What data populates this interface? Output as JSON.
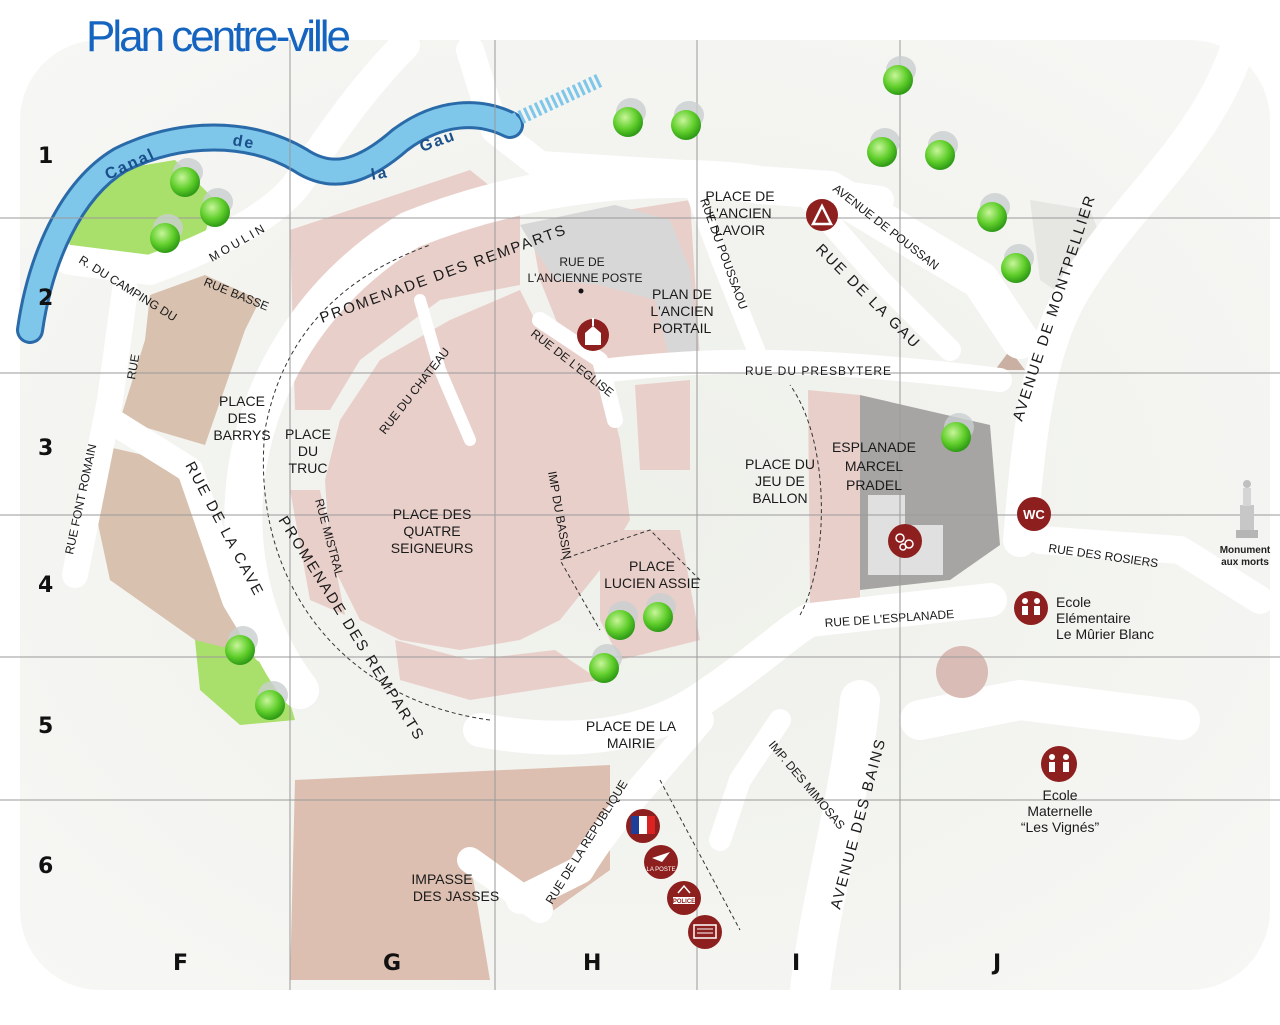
{
  "title": "Plan centre-ville",
  "grid": {
    "rows": [
      "1",
      "2",
      "3",
      "4",
      "5",
      "6"
    ],
    "columns": [
      "F",
      "G",
      "H",
      "I",
      "J"
    ]
  },
  "water": {
    "canal_words": [
      "Canal",
      "de",
      "la",
      "Gau"
    ]
  },
  "places": {
    "barrys": [
      "PLACE",
      "DES",
      "BARRYS"
    ],
    "truc": [
      "PLACE",
      "DU",
      "TRUC"
    ],
    "quatre": [
      "PLACE DES",
      "QUATRE",
      "SEIGNEURS"
    ],
    "lucien": [
      "PLACE",
      "LUCIEN ASSIE"
    ],
    "ballon": [
      "PLACE DU",
      "JEU DE",
      "BALLON"
    ],
    "esplanade": [
      "ESPLANADE",
      "MARCEL",
      "PRADEL"
    ],
    "lavoir": [
      "PLACE DE",
      "L'ANCIEN",
      "LAVOIR"
    ],
    "portail": [
      "PLAN DE",
      "L'ANCIEN",
      "PORTAIL"
    ],
    "ancienne_poste": [
      "RUE DE",
      "L'ANCIENNE POSTE"
    ],
    "mairie": [
      "PLACE DE LA",
      "MAIRIE"
    ],
    "jasses": [
      "IMPASSE",
      "DES JASSES"
    ]
  },
  "streets": {
    "promenade_top": "PROMENADE DES REMPARTS",
    "promenade_bottom": "PROMENADE DES REMPARTS",
    "moulin": "MOULIN",
    "camping": "R. DU CAMPING DU",
    "rue_basse": "RUE BASSE",
    "rue": "RUE",
    "font_romain": "RUE FONT ROMAIN",
    "rue_de_la_cave": "RUE DE LA CAVE",
    "rue_du_chateau": "RUE DU CHATEAU",
    "rue_mistral": "RUE MISTRAL",
    "rue_de_leglise": "RUE DE L'EGLISE",
    "imp_du_bassin": "IMP DU BASSIN",
    "rue_du_poussaou": "RUE DU POUSSAOU",
    "avenue_de_poussan": "AVENUE DE POUSSAN",
    "rue_de_la_gau": "RUE DE LA GAU",
    "rue_du_presbytere": "RUE DU PRESBYTERE",
    "avenue_de_montpellier": "AVENUE DE MONTPELLIER",
    "rue_des_rosiers": "RUE DES ROSIERS",
    "rue_de_lesplanade": "RUE DE L'ESPLANADE",
    "imp_des_mimosas": "IMP. DES MIMOSAS",
    "avenue_des_bains": "AVENUE DES BAINS",
    "rue_de_la_republique": "RUE DE LA REPUBLIQUE"
  },
  "pois": {
    "wc": "WC",
    "monument": [
      "Monument",
      "aux morts"
    ],
    "ecole_elementaire": [
      "Ecole",
      "Elémentaire",
      "Le Mûrier Blanc"
    ],
    "ecole_maternelle": [
      "Ecole",
      "Maternelle",
      "“Les Vignés”"
    ],
    "la_poste": "LA POSTE",
    "police": "POLICE"
  },
  "colors": {
    "title": "#1565c0",
    "water": "#5aa9d6",
    "road": "#ffffff",
    "block": "#e9cfca",
    "green": "#a9df6b",
    "marker": "#8e1f1f",
    "grid": "#9a9a9a"
  }
}
